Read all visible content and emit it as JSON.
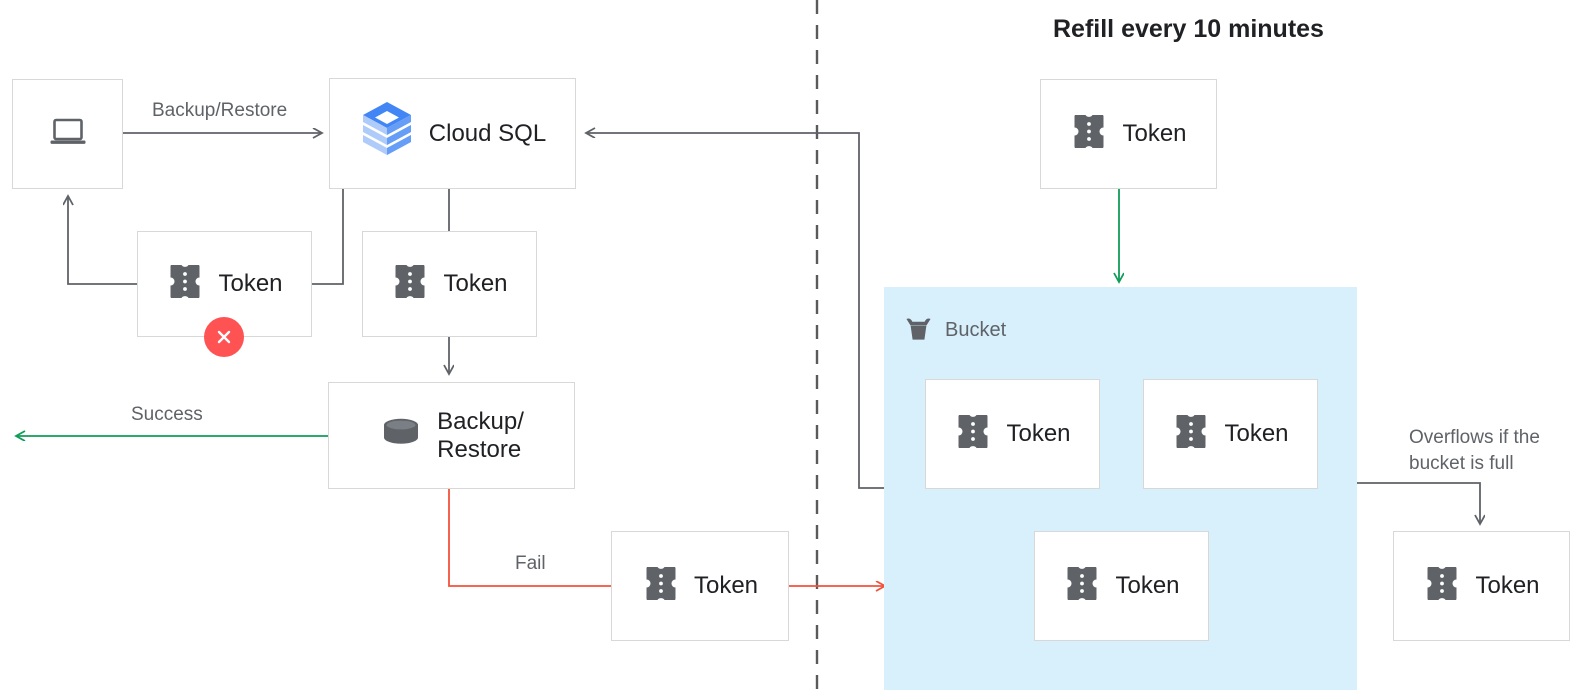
{
  "title": "Refill every 10 minutes",
  "colors": {
    "box_border": "#d8d8d8",
    "bucket_fill": "#d7f0fc",
    "wire_gray": "#5f6368",
    "wire_green": "#0f9d58",
    "wire_red": "#f4513b",
    "error_badge": "#ff5252",
    "icon_gray": "#5f6368",
    "text_primary": "#202124",
    "text_secondary": "#5f6368",
    "cloudsql_blue_dark": "#4285f4",
    "cloudsql_blue_mid": "#669df6",
    "cloudsql_blue_light": "#aecbfa"
  },
  "nodes": {
    "client": {
      "icon": "laptop-icon",
      "label": ""
    },
    "cloud_sql": {
      "icon": "cloud-sql-icon",
      "label": "Cloud SQL"
    },
    "token_client": {
      "icon": "token-icon",
      "label": "Token",
      "status": "error"
    },
    "token_cloudsql": {
      "icon": "token-icon",
      "label": "Token"
    },
    "backup_restore": {
      "icon": "database-icon",
      "label": "Backup/\nRestore"
    },
    "token_fail": {
      "icon": "token-icon",
      "label": "Token"
    },
    "token_refill": {
      "icon": "token-icon",
      "label": "Token"
    },
    "token_bucket_1": {
      "icon": "token-icon",
      "label": "Token"
    },
    "token_bucket_2": {
      "icon": "token-icon",
      "label": "Token"
    },
    "token_bucket_3": {
      "icon": "token-icon",
      "label": "Token"
    },
    "token_overflow": {
      "icon": "token-icon",
      "label": "Token"
    }
  },
  "bucket": {
    "icon": "bucket-icon",
    "label": "Bucket"
  },
  "edges": {
    "backup_restore_label": "Backup/Restore",
    "success_label": "Success",
    "fail_label": "Fail",
    "overflow_label": "Overflows if the\nbucket is full"
  }
}
